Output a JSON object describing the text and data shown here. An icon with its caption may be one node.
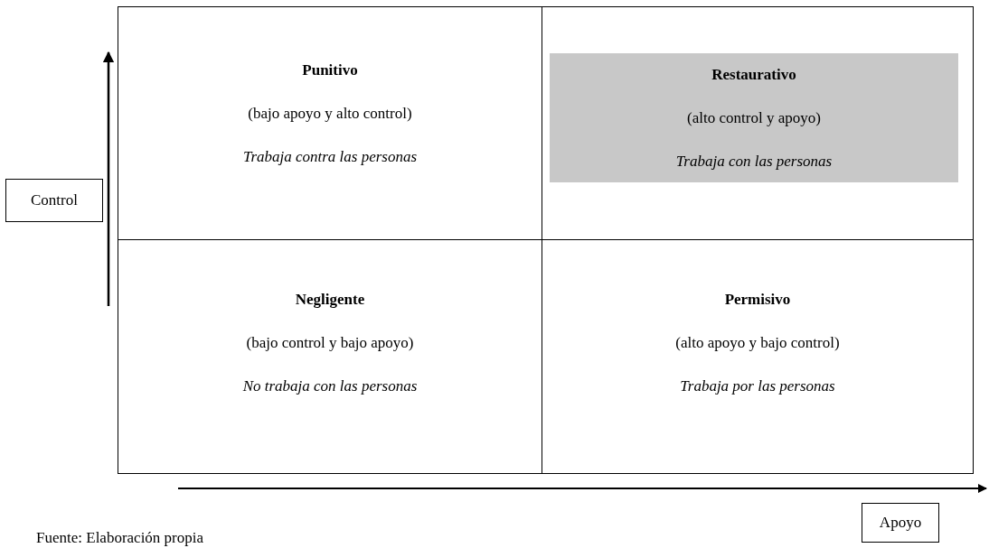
{
  "diagram": {
    "nodes": [
      {
        "text": [
          "Punitivo",
          "(bajo apoyo y alto control)",
          "Trabaja contra las personas"
        ]
      },
      {
        "text": [],
        "shape": "box"
      },
      {
        "text": [
          "Restaurativo",
          "(alto control y apoyo)",
          "Trabaja con las personas"
        ],
        "in": 1
      },
      {
        "text": [
          "Negligente",
          "(bajo control y bajo apoyo)",
          "No trabaja con las personas"
        ]
      },
      {
        "text": [
          "Permisivo",
          "(alto apoyo y bajo control)",
          "Trabaja por las personas"
        ]
      },
      {
        "text": [
          "Control"
        ]
      },
      {
        "text": [
          "Apoyo"
        ]
      }
    ],
    "edges": [],
    "labels": [
      "Fuente: Elaboración propia"
    ]
  }
}
